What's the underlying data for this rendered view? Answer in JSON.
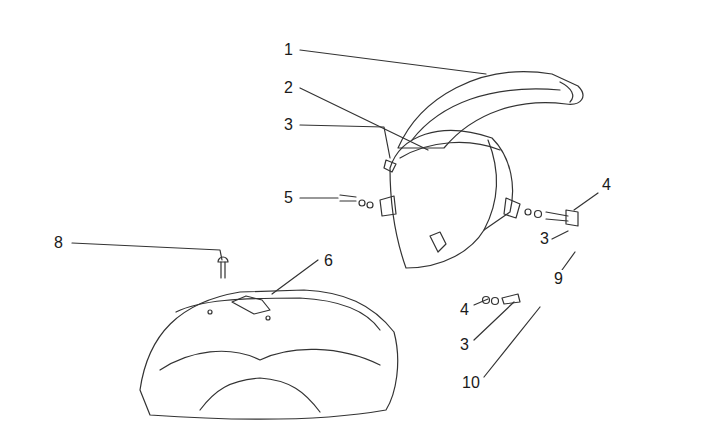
{
  "diagram": {
    "labels": [
      "1",
      "2",
      "3",
      "4",
      "5",
      "3",
      "8",
      "6",
      "9",
      "4",
      "3",
      "10"
    ]
  }
}
